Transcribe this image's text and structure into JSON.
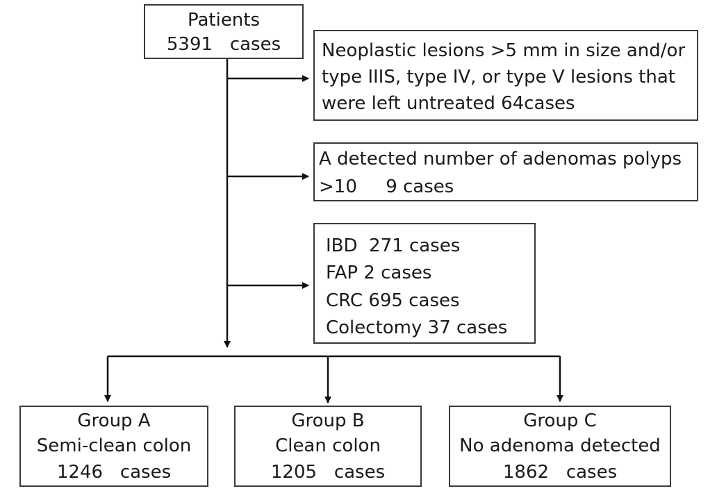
{
  "root": {
    "line1": "Patients",
    "line2": "5391   cases"
  },
  "exclusions": [
    {
      "lines": [
        "Neoplastic lesions >5 mm in size and/or",
        "type IIIS, type IV, or type V lesions that",
        "were left untreated 64cases"
      ]
    },
    {
      "lines": [
        "A detected number of adenomas polyps",
        ">10     9 cases"
      ]
    },
    {
      "lines": [
        "IBD  271 cases",
        "FAP 2 cases",
        "CRC 695 cases",
        "Colectomy 37 cases"
      ]
    }
  ],
  "groups": [
    {
      "line1": "Group A",
      "line2": "Semi-clean colon",
      "line3": "1246   cases"
    },
    {
      "line1": "Group B",
      "line2": "Clean colon",
      "line3": "1205   cases"
    },
    {
      "line1": "Group C",
      "line2": "No adenoma detected",
      "line3": "1862   cases"
    }
  ]
}
